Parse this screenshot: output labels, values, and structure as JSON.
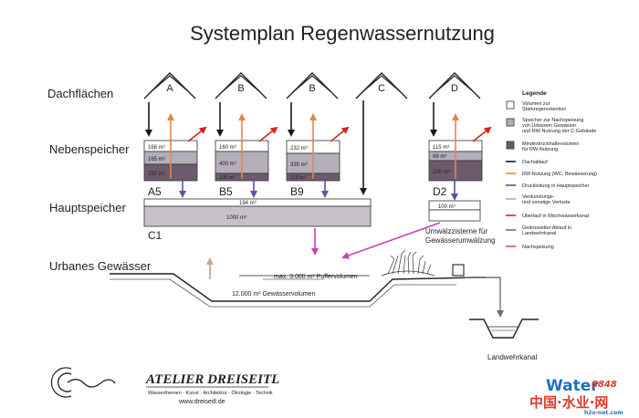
{
  "title": "Systemplan Regenwassernutzung",
  "rows": {
    "roofs": "Dachflächen",
    "secondary": "Nebenspeicher",
    "main": "Hauptspeicher",
    "water": "Urbanes Gewässer"
  },
  "roofs": [
    "A",
    "B",
    "B",
    "C",
    "D"
  ],
  "tanks": [
    {
      "id": "A5",
      "top": "168 m³",
      "mid": "165 m³",
      "bot": "250 m³"
    },
    {
      "id": "B5",
      "top": "160 m³",
      "mid": "400 m³",
      "bot": "100 m³"
    },
    {
      "id": "B9",
      "top": "232 m³",
      "mid": "335 m³",
      "bot": "110 m³"
    },
    {
      "id": "D2",
      "top": "115 m³",
      "mid": "68 m³",
      "bot": "220 m³"
    }
  ],
  "main_tank": {
    "id": "C1",
    "top": "194 m³",
    "bot": "1000 m³"
  },
  "circ_tank": {
    "value": "100 m³",
    "label1": "Umwälzzisterne für",
    "label2": "Gewässerumwälzung"
  },
  "lake": {
    "buffer": "max. 3.000 m³ Puffervolumen",
    "volume": "12.000 m³ Gewässervolumen"
  },
  "canal": "Landwehrkanal",
  "legend": {
    "title": "Legende",
    "items": [
      {
        "lines": [
          "Volumen zur",
          "Starkregenretention"
        ]
      },
      {
        "lines": [
          "Speicher zur Nachspeisung",
          "von Urbanem Gewässer",
          "und RW-Nutzung der C-Gebäude"
        ]
      },
      {
        "lines": [
          "Mindestrückhaltevolumen",
          "für RW-Nutzung"
        ]
      },
      {
        "lines": [
          "Dachablauf"
        ]
      },
      {
        "lines": [
          "RW-Nutzung (WC; Bewässerung)"
        ]
      },
      {
        "lines": [
          "Druckleitung in Hauptspeicher"
        ]
      },
      {
        "lines": [
          "Verdunstungs-",
          "und sonstige Verluste"
        ]
      },
      {
        "lines": [
          "Überlauf in Mischwasserkanal"
        ]
      },
      {
        "lines": [
          "Gedrosselter Ablauf in",
          "Landwehrkanal"
        ]
      },
      {
        "lines": [
          "Nachspeisung"
        ]
      }
    ]
  },
  "logo": {
    "name": "ATELIER DREISEITL",
    "tagline": "Wasserthemen · Kunst · Architektur · Ökologie · Technik",
    "url": "www.dreiseitl.de"
  },
  "watermark": {
    "brand": "Water",
    "num": "8848",
    "cn": "中国·水业·网",
    "site": "h2o-net.com"
  },
  "colors": {
    "tank_top": "#ffffff",
    "tank_mid": "#b4aeb8",
    "tank_bot": "#6e5a6e",
    "main_fill": "#c9c1c9",
    "roof_arrow": "#1a1a1a",
    "use_arrow": "#e8834a",
    "pump_arrow": "#6a4aa8",
    "evap_arrow": "#bfb08a",
    "overflow_arrow": "#d9241c",
    "throttle_arrow": "#707070",
    "feed_arrow": "#c83fb6"
  }
}
